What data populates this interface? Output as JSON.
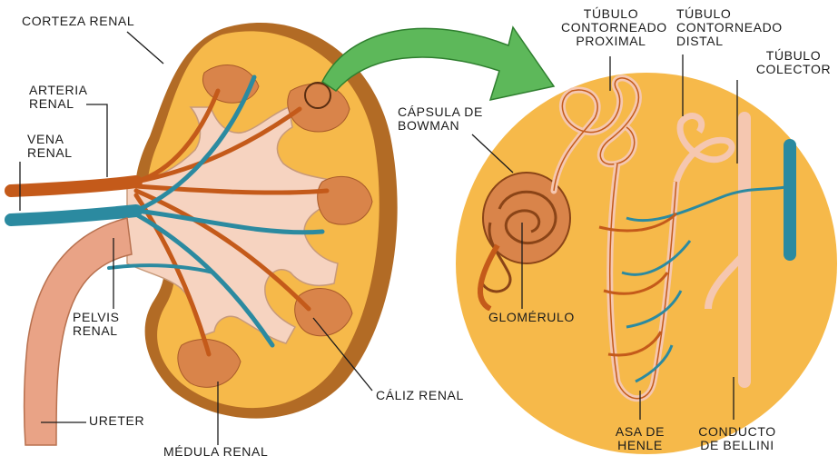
{
  "labels": {
    "corteza_renal": "CORTEZA RENAL",
    "arteria_renal": [
      "ARTERIA",
      "RENAL"
    ],
    "vena_renal": [
      "VENA",
      "RENAL"
    ],
    "pelvis_renal": [
      "PELVIS",
      "RENAL"
    ],
    "ureter": "URETER",
    "medula_renal": "MÉDULA RENAL",
    "caliz_renal": "CÁLIZ RENAL",
    "tubulo_proximal": [
      "TÚBULO",
      "CONTORNEADO",
      "PROXIMAL"
    ],
    "tubulo_distal": [
      "TÚBULO",
      "CONTORNEADO",
      "DISTAL"
    ],
    "tubulo_colector": [
      "TÚBULO",
      "COLECTOR"
    ],
    "capsula_bowman": [
      "CÁPSULA DE",
      "BOWMAN"
    ],
    "glomerulo": "GLOMÉRULO",
    "asa_henle": [
      "ASA DE",
      "HENLE"
    ],
    "conducto_bellini": [
      "CONDUCTO",
      "DE BELLINI"
    ]
  },
  "colors": {
    "cortex": "#f6b94a",
    "capsule_rim": "#b26b25",
    "pelvis": "#f6d3c0",
    "artery": "#c45a1a",
    "vein": "#2b8aa0",
    "ureter": "#e9a386",
    "pyramid": "#d9844a",
    "tubule": "#f5c7b0",
    "arrow": "#5db85a"
  }
}
